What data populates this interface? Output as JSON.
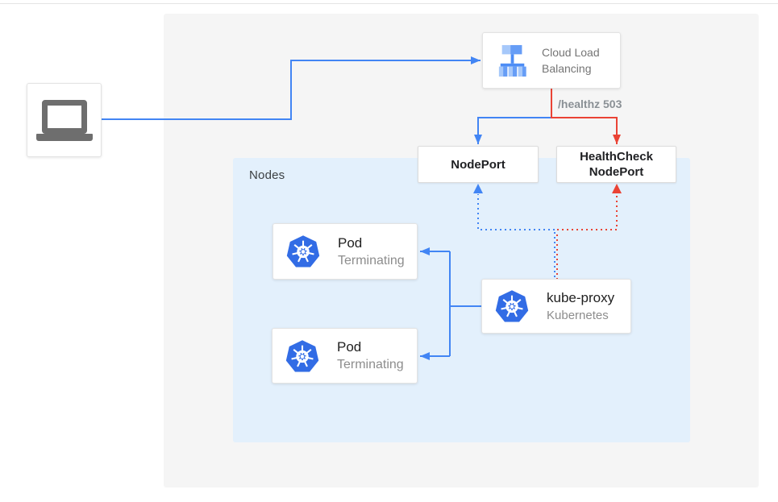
{
  "colors": {
    "arrow_blue": "#4285F4",
    "arrow_red": "#EA4335",
    "kubernetes_blue": "#326CE5",
    "panel_gray": "#F5F5F5",
    "nodes_panel_blue": "#E3F0FC",
    "laptop_gray": "#6E6E6E"
  },
  "client": {
    "icon": "laptop-icon"
  },
  "cloud_load_balancing": {
    "label": "Cloud Load Balancing",
    "icon": "load-balancer-icon"
  },
  "edge_labels": {
    "healthz": "/healthz 503"
  },
  "nodes_panel": {
    "label": "Nodes",
    "nodeport": {
      "label": "NodePort"
    },
    "healthcheck_nodeport": {
      "line1": "HealthCheck",
      "line2": "NodePort"
    },
    "pods": [
      {
        "title": "Pod",
        "status": "Terminating",
        "icon": "kubernetes-icon"
      },
      {
        "title": "Pod",
        "status": "Terminating",
        "icon": "kubernetes-icon"
      }
    ],
    "kube_proxy": {
      "title": "kube-proxy",
      "subtitle": "Kubernetes",
      "icon": "kubernetes-icon"
    }
  }
}
